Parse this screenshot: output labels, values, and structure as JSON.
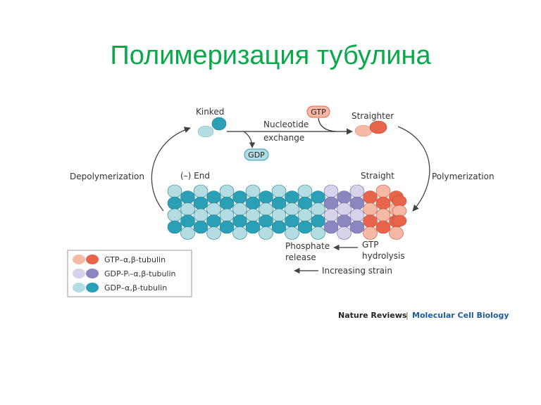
{
  "slide": {
    "title": "Полимеризация тубулина"
  },
  "diagram": {
    "kinked": "Kinked",
    "nucleotide_exchange_line1": "Nucleotide",
    "nucleotide_exchange_line2": "exchange",
    "gtp_pill": "GTP",
    "gdp_pill": "GDP",
    "straighter": "Straighter",
    "depolymerization": "Depolymerization",
    "minus_end": "(–) End",
    "straight": "Straight",
    "polymerization": "Polymerization",
    "phosphate_release_line1": "Phosphate",
    "phosphate_release_line2": "release",
    "gtp_hydrolysis_line1": "GTP",
    "gtp_hydrolysis_line2": "hydrolysis",
    "increasing_strain": "Increasing strain"
  },
  "legend": [
    {
      "label": "GTP–α,β-tubulin",
      "color_a": "#f6b9a6",
      "color_b": "#e8644a"
    },
    {
      "label": "GDP-Pᵢ–α,β-tubulin",
      "color_a": "#d8d2ea",
      "color_b": "#8a86c0"
    },
    {
      "label": "GDP–α,β-tubulin",
      "color_a": "#b3dde2",
      "color_b": "#2a9fb5"
    }
  ],
  "credit": {
    "journal": "Nature Reviews",
    "separator": "|",
    "section": "Molecular Cell Biology"
  },
  "colors": {
    "title": "#0aa84a",
    "gdp_light": "#b3dde2",
    "gdp_dark": "#2a9fb5",
    "gdppi_light": "#d8d2ea",
    "gdppi_dark": "#8a86c0",
    "gtp_light": "#f6b9a6",
    "gtp_dark": "#e8644a"
  }
}
